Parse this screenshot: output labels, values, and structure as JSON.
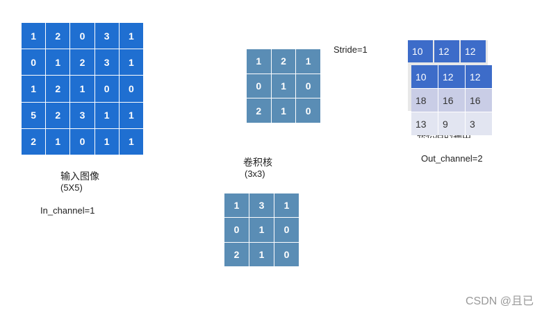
{
  "input": {
    "matrix": [
      [
        1,
        2,
        0,
        3,
        1
      ],
      [
        0,
        1,
        2,
        3,
        1
      ],
      [
        1,
        2,
        1,
        0,
        0
      ],
      [
        5,
        2,
        3,
        1,
        1
      ],
      [
        2,
        1,
        0,
        1,
        1
      ]
    ],
    "label": "输入图像",
    "size": "(5X5)",
    "channel": "In_channel=1"
  },
  "kernel1": {
    "matrix": [
      [
        1,
        2,
        1
      ],
      [
        0,
        1,
        0
      ],
      [
        2,
        1,
        0
      ]
    ]
  },
  "kernel_label": {
    "title": "卷积核",
    "size": "(3x3)"
  },
  "kernel2": {
    "matrix": [
      [
        1,
        3,
        1
      ],
      [
        0,
        1,
        0
      ],
      [
        2,
        1,
        0
      ]
    ]
  },
  "stride": "Stride=1",
  "output": {
    "back_row": [
      10,
      12,
      12
    ],
    "front": [
      [
        10,
        12,
        12
      ],
      [
        18,
        16,
        16
      ],
      [
        13,
        9,
        3
      ]
    ],
    "label": "卷积后的输出",
    "channel": "Out_channel=2"
  },
  "colors": {
    "blue": "#1f6fd1",
    "teal": "#5a8db5",
    "out_blue": "#3d6cc9"
  },
  "watermark": "CSDN @且已"
}
